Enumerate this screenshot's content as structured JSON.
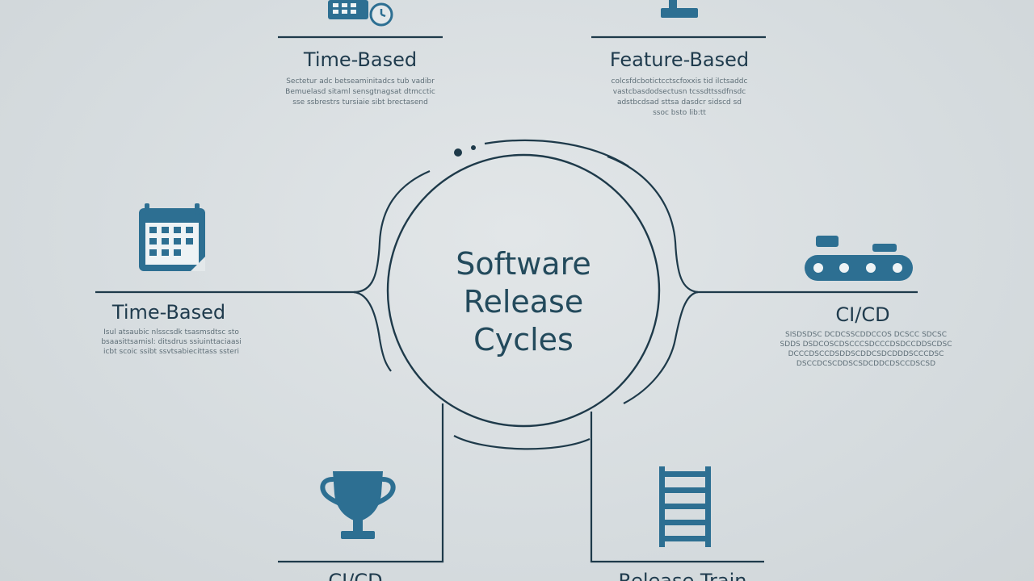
{
  "diagram": {
    "center": {
      "title_lines": [
        "Software",
        "Release",
        "Cycles"
      ]
    },
    "nodes": {
      "top_left": {
        "title": "Time-Based",
        "desc": [
          "Sectetur adc betseaminitadcs tub vadibr",
          "Bemuelasd sitaml sensgtnagsat dtmcctic",
          "sse ssbrestrs tursiaie sibt brectasend"
        ],
        "icon": "calendar-clock-icon"
      },
      "top_right": {
        "title": "Feature-Based",
        "desc": [
          "colcsfdcbotictcctscfoxxis tid ilctsaddc",
          "vastcbasdodsectusn tcssdttssdfnsdc",
          "adstbcdsad sttsa dasdcr sidscd sd",
          "ssoc bsto lib:tt"
        ],
        "icon": "server-stack-icon"
      },
      "left": {
        "title": "Time-Based",
        "desc": [
          "Isul atsaubic nlsscsdk tsasmsdtsc sto",
          "bsaasittsamisl: ditsdrus ssiuinttaciaasi",
          "icbt scoic ssibt ssvtsabiecittass ssteri"
        ],
        "icon": "calendar-icon"
      },
      "right": {
        "title": "CI/CD",
        "desc": [
          "SISDSDSC DCDCSSCDDCCOS DCSCC SDCSC",
          "SDDS DSDCOSCDSCCCSDCCCDSDCCDDSCDSC",
          "DCCCDSCCDSDDSCDDCSDCDDDSCCCDSC",
          "DSCCDCSCDDSCSDCDDCDSCCDSCSD"
        ],
        "icon": "conveyor-pipeline-icon"
      },
      "bottom_left": {
        "title": "CI/CD",
        "icon": "trophy-icon"
      },
      "bottom_right": {
        "title": "Release Train",
        "icon": "ladder-icon"
      }
    }
  }
}
